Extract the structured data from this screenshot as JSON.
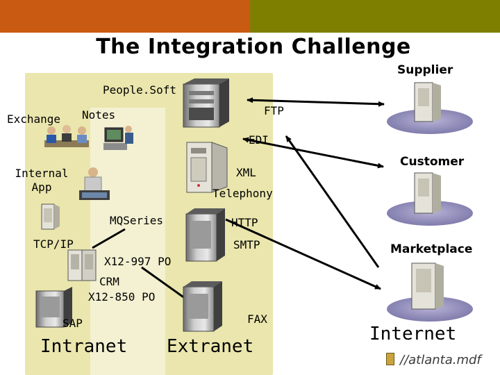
{
  "title": "The Integration Challenge",
  "colors": {
    "band_left": "#c95a12",
    "band_right": "#7e7f00",
    "intranet_panel": "#eae6ad",
    "inner_panel": "#f3f1d2",
    "line": "#000000"
  },
  "labels": {
    "people_soft": "People.Soft",
    "exchange": "Exchange",
    "notes": "Notes",
    "ftp": "FTP",
    "edi": "EDI",
    "internal_app": "Internal\nApp",
    "xml": "XML",
    "telephony": "Telephony",
    "mqseries": "MQSeries",
    "http": "HTTP",
    "tcpip": "TCP/IP",
    "smtp": "SMTP",
    "x12_997": "X12-997 PO",
    "crm": "CRM",
    "x12_850": "X12-850 PO",
    "fax": "FAX",
    "sap": "SAP",
    "supplier": "Supplier",
    "customer": "Customer",
    "marketplace": "Marketplace"
  },
  "zones": {
    "intranet": "Intranet",
    "extranet": "Extranet",
    "internet": "Internet"
  },
  "logo": "//atlanta.mdf",
  "icons": {
    "server": "server-icon",
    "people": "meeting-people-icon",
    "user": "user-at-computer-icon",
    "cloud": "cloud-platform-icon"
  }
}
